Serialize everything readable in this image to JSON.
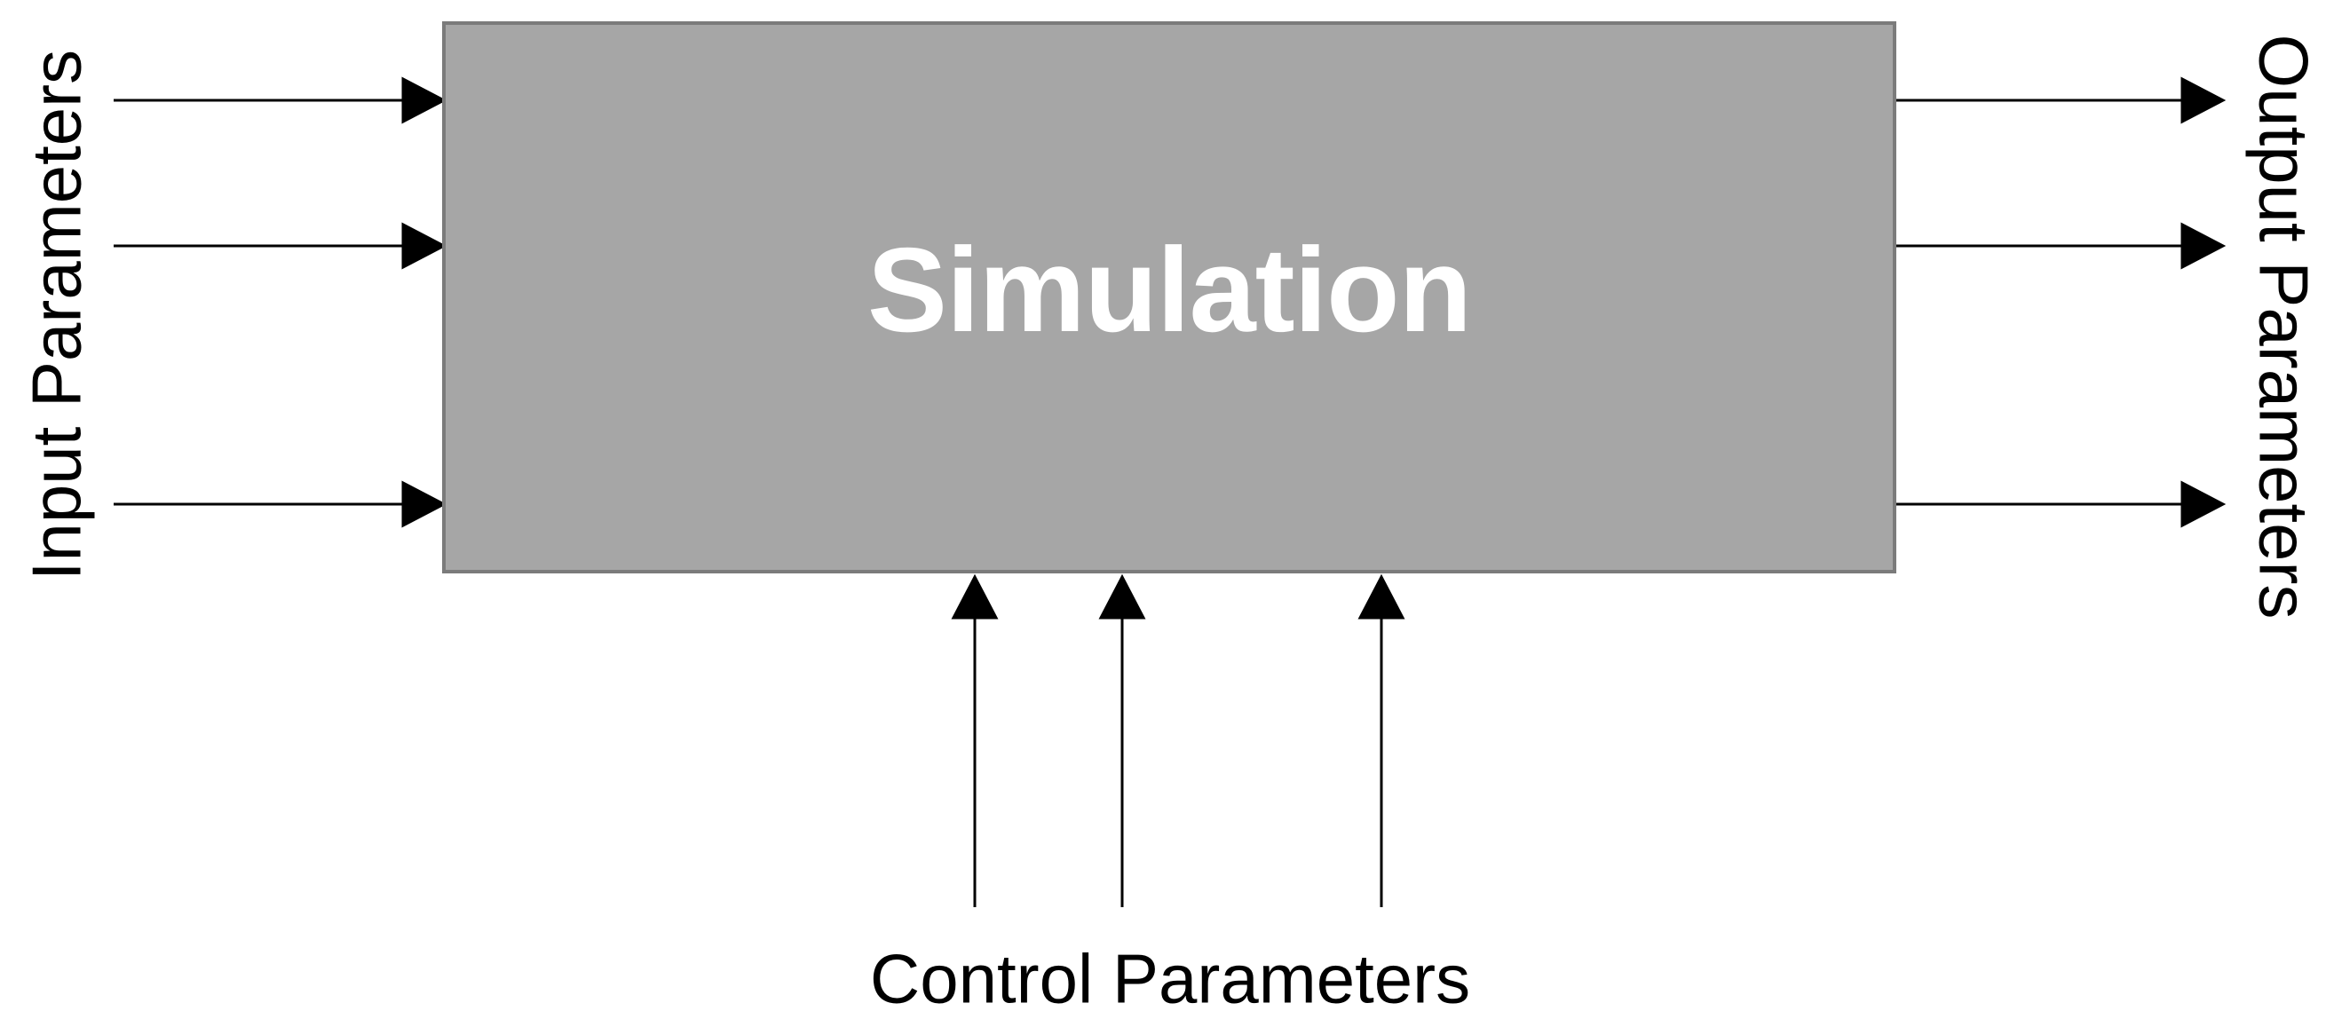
{
  "diagram": {
    "box": {
      "title": "Simulation"
    },
    "labels": {
      "left": "Input Parameters",
      "right": "Output Parameters",
      "bottom": "Control Parameters"
    },
    "arrows": {
      "input_count": 3,
      "output_count": 3,
      "control_count": 3
    },
    "colors": {
      "background": "#ffffff",
      "box_fill": "#a6a6a6",
      "box_border": "#7b7b7b",
      "title_text": "#ffffff",
      "label_text": "#000000",
      "arrow": "#000000"
    }
  }
}
